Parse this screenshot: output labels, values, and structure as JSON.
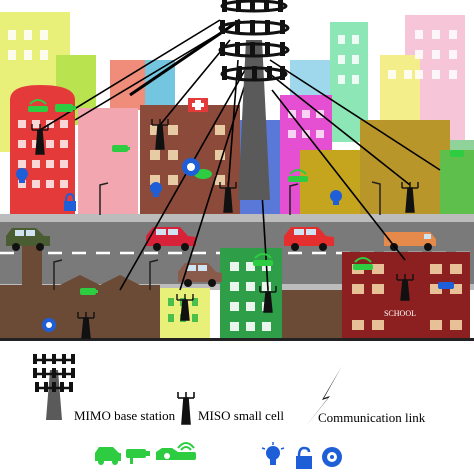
{
  "legend": {
    "mimo_label": "MIMO base station",
    "miso_label": "MISO small cell",
    "link_label": "Communication link"
  },
  "labels": {
    "school_sign": "SCHOOL"
  },
  "colors": {
    "sky": "#ffffff",
    "road": "#7a7a7a",
    "lane_mark": "#ffffff",
    "sidewalk": "#cfcfcf",
    "ground": "#e8e2cf",
    "link_line": "#000000",
    "iot_green": "#2ecc40",
    "iot_blue": "#1e5fd8"
  },
  "icons": {
    "mimo": "mimo-tower-icon",
    "miso": "miso-antenna-icon",
    "link": "lightning-link-icon",
    "legend_group_left": [
      "car-icon",
      "cctv-camera-icon",
      "smoke-detector-icon",
      "wifi-router-icon"
    ],
    "legend_group_right": [
      "light-bulb-icon",
      "padlock-icon",
      "alarm-icon"
    ]
  }
}
